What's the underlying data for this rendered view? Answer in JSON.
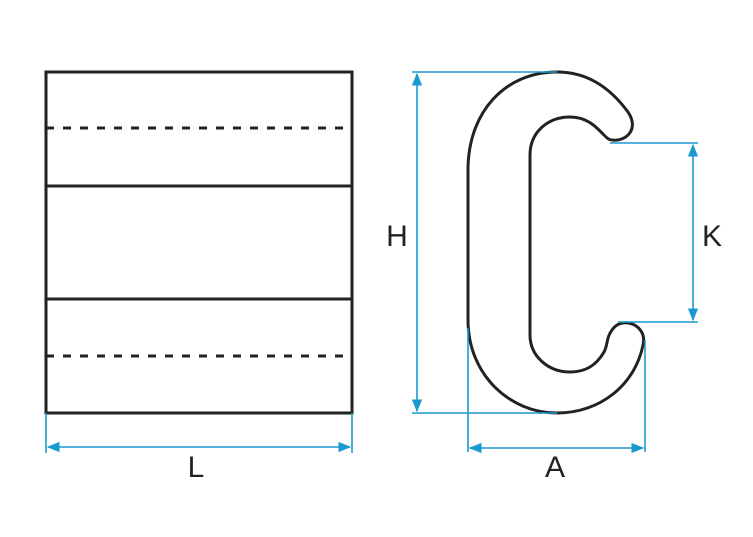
{
  "labels": {
    "length": "L",
    "height": "H",
    "width": "A",
    "opening": "K"
  },
  "colors": {
    "outline": "#222222",
    "dimension": "#1a9ad0"
  }
}
